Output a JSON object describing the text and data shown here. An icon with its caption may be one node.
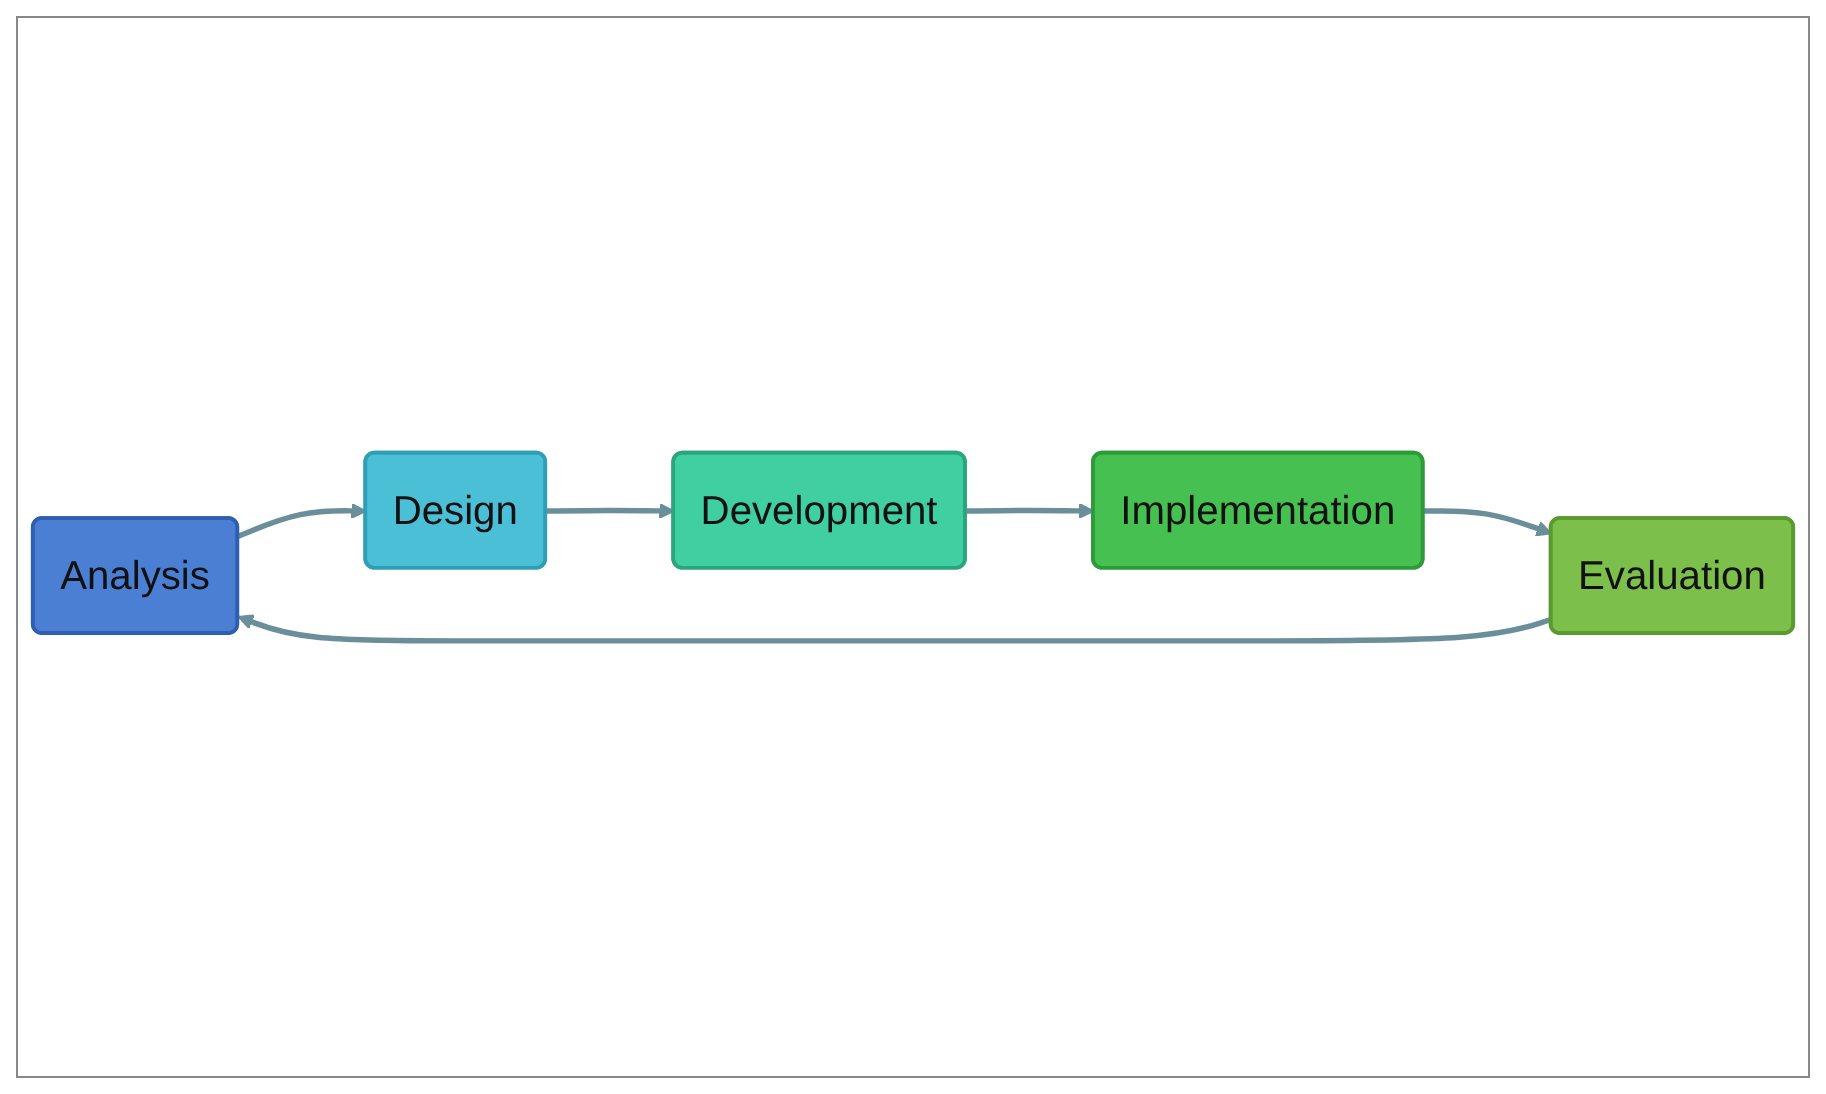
{
  "diagram": {
    "nodes": [
      {
        "text": [
          "Analysis"
        ]
      },
      {
        "text": [
          "Design"
        ]
      },
      {
        "text": [
          "Development"
        ]
      },
      {
        "text": [
          "Implementation"
        ]
      },
      {
        "text": [
          "Evaluation"
        ]
      }
    ],
    "edges": [
      {
        "from": 0,
        "to": 1,
        "arrow": "to"
      },
      {
        "from": 1,
        "to": 2,
        "arrow": "to"
      },
      {
        "from": 2,
        "to": 3,
        "arrow": "to"
      },
      {
        "from": 3,
        "to": 4,
        "arrow": "to"
      },
      {
        "from": 4,
        "to": 0,
        "arrow": "to"
      }
    ]
  }
}
